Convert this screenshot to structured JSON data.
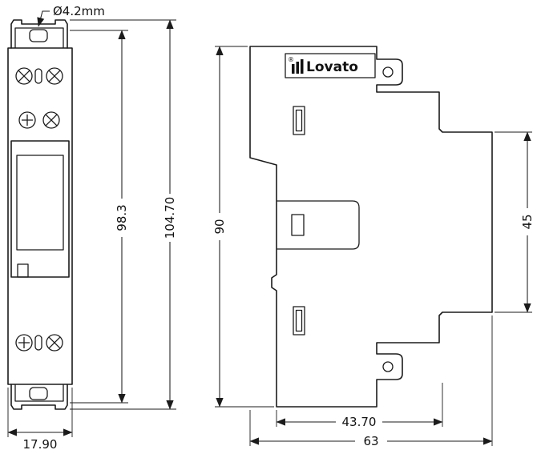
{
  "drawing": {
    "colors": {
      "line": "#1b1b1b",
      "background": "#ffffff"
    },
    "brand": {
      "name": "Lovato",
      "registered_mark": "®"
    },
    "dimensions": {
      "hole_diameter": "Ø4.2mm",
      "mounting_height": "98.3",
      "total_height": "104.70",
      "width": "17.90",
      "body_height": "90",
      "rail_recess_height": "45",
      "body_depth": "43.70",
      "total_depth": "63"
    }
  }
}
